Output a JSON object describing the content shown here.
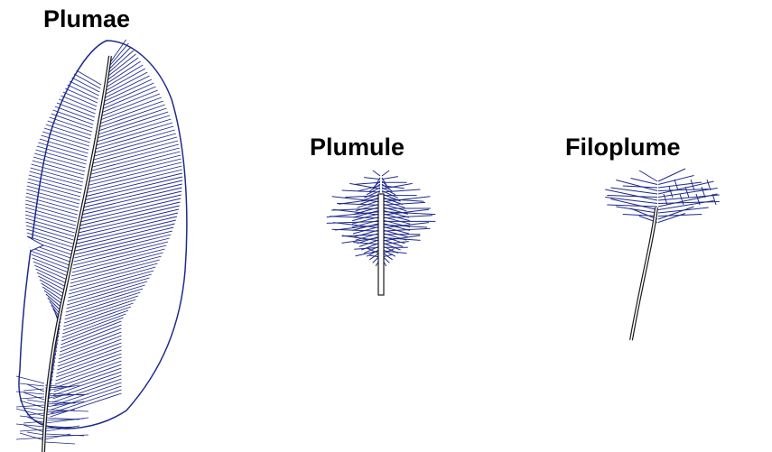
{
  "labels": {
    "plumae": "Plumae",
    "plumule": "Plumule",
    "filoplume": "Filoplume"
  },
  "colors": {
    "ink": "#1f2a8a",
    "shaft": "#1a1a1a",
    "background": "#ffffff"
  }
}
